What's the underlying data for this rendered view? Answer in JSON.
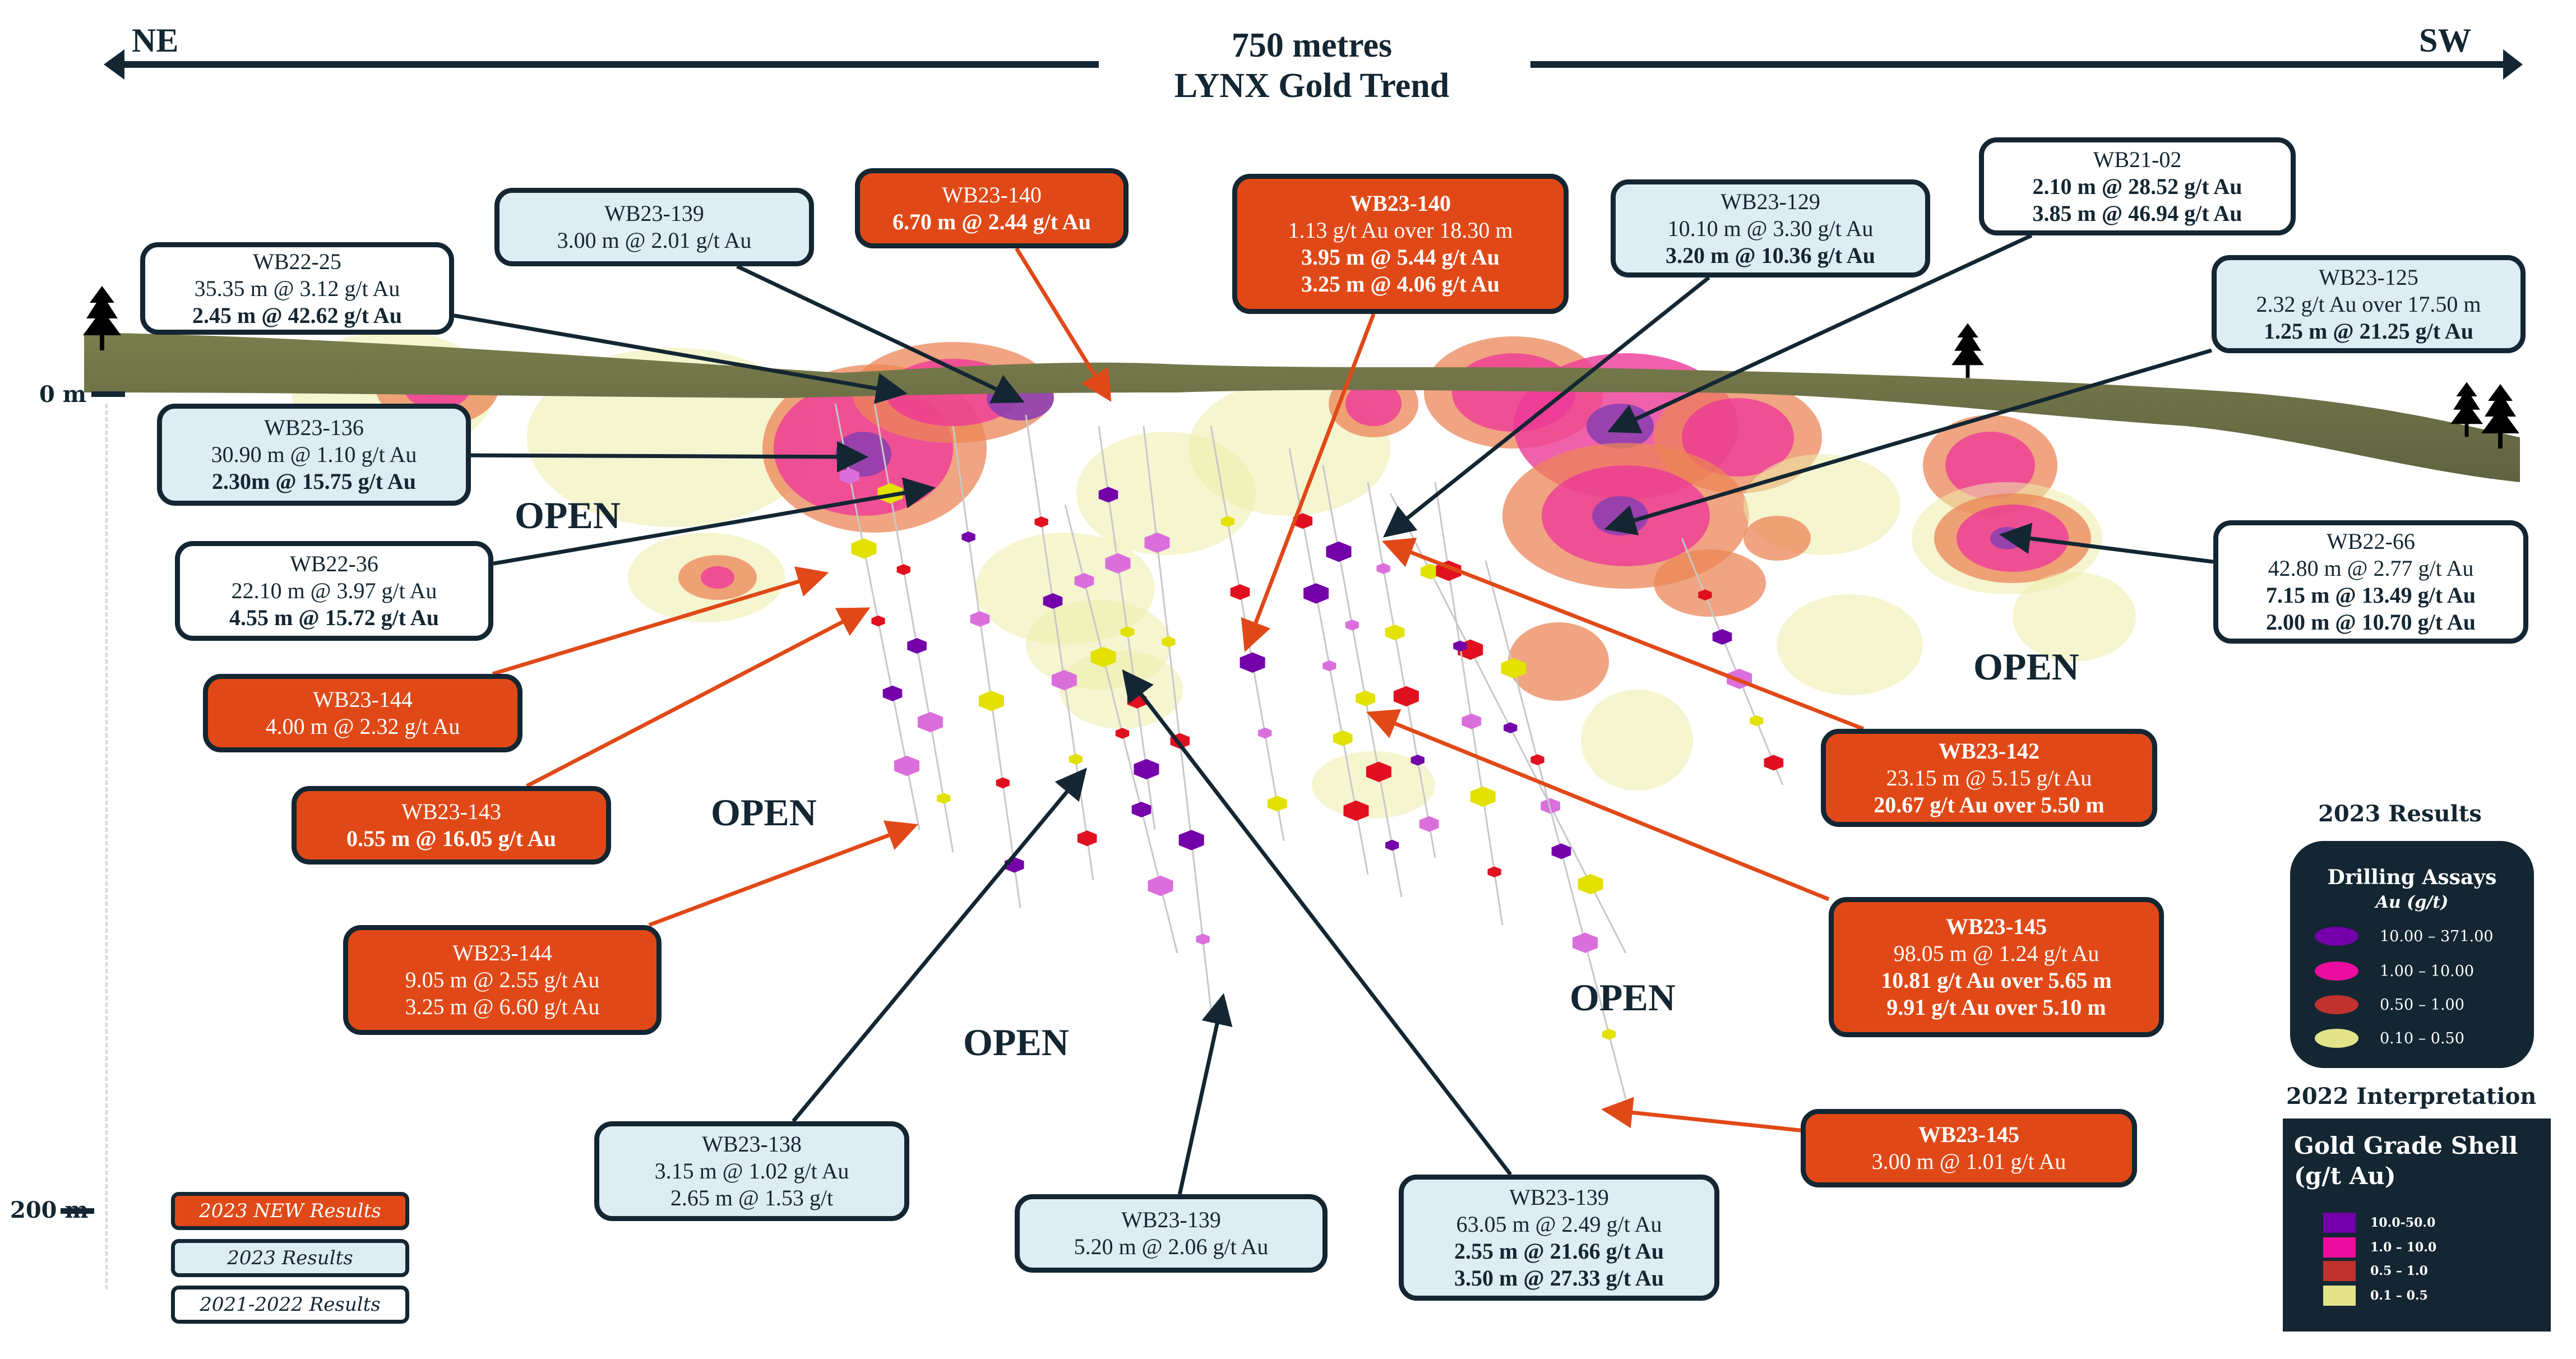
{
  "header": {
    "left_direction": "NE",
    "right_direction": "SW",
    "distance": "750 metres",
    "trend_name": "LYNX Gold Trend"
  },
  "depth_axis": {
    "top_label": "0 m",
    "bottom_label": "200 m"
  },
  "open_labels": [
    "OPEN",
    "OPEN",
    "OPEN",
    "OPEN",
    "OPEN"
  ],
  "callouts": [
    {
      "id": "WB22-25",
      "category": "2021-2022",
      "lines": [
        {
          "text": "35.35 m @ 3.12 g/t Au",
          "bold": false
        },
        {
          "text": "2.45 m @ 42.62 g/t Au",
          "bold": true
        }
      ]
    },
    {
      "id": "WB23-139",
      "category": "2023",
      "lines": [
        {
          "text": "3.00 m @ 2.01 g/t Au",
          "bold": false
        }
      ]
    },
    {
      "id": "WB23-140",
      "category": "2023-new",
      "lines": [
        {
          "text": "6.70 m @ 2.44 g/t Au",
          "bold": true
        }
      ]
    },
    {
      "id": "WB23-140",
      "category": "2023-new",
      "title_bold": true,
      "lines": [
        {
          "text": "1.13 g/t Au over 18.30 m",
          "bold": false
        },
        {
          "text": "3.95 m @ 5.44 g/t Au",
          "bold": true
        },
        {
          "text": "3.25 m @ 4.06 g/t Au",
          "bold": true
        }
      ]
    },
    {
      "id": "WB23-129",
      "category": "2023",
      "lines": [
        {
          "text": "10.10 m @ 3.30 g/t Au",
          "bold": false
        },
        {
          "text": "3.20 m @ 10.36 g/t Au",
          "bold": true
        }
      ]
    },
    {
      "id": "WB21-02",
      "category": "2021-2022",
      "lines": [
        {
          "text": "2.10 m @ 28.52 g/t Au",
          "bold": true
        },
        {
          "text": "3.85 m @ 46.94 g/t Au",
          "bold": true
        }
      ]
    },
    {
      "id": "WB23-125",
      "category": "2023",
      "lines": [
        {
          "text": "2.32 g/t Au over 17.50 m",
          "bold": false
        },
        {
          "text": "1.25 m @ 21.25 g/t Au",
          "bold": true
        }
      ]
    },
    {
      "id": "WB23-136",
      "category": "2023",
      "lines": [
        {
          "text": "30.90 m @ 1.10 g/t Au",
          "bold": false
        },
        {
          "text": "2.30m @ 15.75 g/t Au",
          "bold": true
        }
      ]
    },
    {
      "id": "WB22-36",
      "category": "2021-2022",
      "lines": [
        {
          "text": "22.10 m @ 3.97 g/t Au",
          "bold": false
        },
        {
          "text": "4.55 m @ 15.72 g/t Au",
          "bold": true
        }
      ]
    },
    {
      "id": "WB22-66",
      "category": "2021-2022",
      "lines": [
        {
          "text": "42.80 m @ 2.77 g/t Au",
          "bold": false
        },
        {
          "text": "7.15 m @ 13.49 g/t Au",
          "bold": true
        },
        {
          "text": "2.00 m @ 10.70 g/t Au",
          "bold": true
        }
      ]
    },
    {
      "id": "WB23-144",
      "category": "2023-new",
      "lines": [
        {
          "text": "4.00 m @ 2.32 g/t Au",
          "bold": false
        }
      ]
    },
    {
      "id": "WB23-143",
      "category": "2023-new",
      "lines": [
        {
          "text": "0.55 m @ 16.05 g/t Au",
          "bold": true
        }
      ]
    },
    {
      "id": "WB23-142",
      "category": "2023-new",
      "title_bold": true,
      "lines": [
        {
          "text": "23.15 m @ 5.15 g/t Au",
          "bold": false
        },
        {
          "text": "20.67 g/t Au over 5.50 m",
          "bold": true
        }
      ]
    },
    {
      "id": "WB23-144",
      "category": "2023-new",
      "lines": [
        {
          "text": "9.05 m @ 2.55 g/t Au",
          "bold": false
        },
        {
          "text": "3.25 m @ 6.60 g/t Au",
          "bold": false
        }
      ]
    },
    {
      "id": "WB23-145",
      "category": "2023-new",
      "title_bold": true,
      "lines": [
        {
          "text": "98.05 m @ 1.24 g/t Au",
          "bold": false
        },
        {
          "text": "10.81 g/t Au over 5.65 m",
          "bold": true
        },
        {
          "text": "9.91 g/t Au over 5.10 m",
          "bold": true
        }
      ]
    },
    {
      "id": "WB23-138",
      "category": "2023",
      "lines": [
        {
          "text": "3.15 m @ 1.02 g/t Au",
          "bold": false
        },
        {
          "text": "2.65 m @ 1.53 g/t",
          "bold": false
        }
      ]
    },
    {
      "id": "WB23-139",
      "category": "2023",
      "lines": [
        {
          "text": "5.20 m @ 2.06 g/t Au",
          "bold": false
        }
      ]
    },
    {
      "id": "WB23-139",
      "category": "2023",
      "lines": [
        {
          "text": "63.05 m @ 2.49 g/t Au",
          "bold": false
        },
        {
          "text": "2.55 m @ 21.66 g/t Au",
          "bold": true
        },
        {
          "text": "3.50 m @ 27.33 g/t Au",
          "bold": true
        }
      ]
    },
    {
      "id": "WB23-145",
      "category": "2023-new",
      "title_bold": true,
      "lines": [
        {
          "text": "3.00 m @ 1.01 g/t Au",
          "bold": false
        }
      ]
    }
  ],
  "key": {
    "items": [
      {
        "label": "2023 NEW Results",
        "category": "2023-new"
      },
      {
        "label": "2023 Results",
        "category": "2023"
      },
      {
        "label": "2021-2022 Results",
        "category": "2021-2022"
      }
    ]
  },
  "legend_2023": {
    "heading": "2023 Results",
    "title": "Drilling Assays",
    "unit": "Au (g/t)",
    "items": [
      {
        "range": "10.00 – 371.00",
        "color": "#7300a8"
      },
      {
        "range": "1.00 – 10.00",
        "color": "#ec0d9e"
      },
      {
        "range": "0.50 – 1.00",
        "color": "#c0322e"
      },
      {
        "range": "0.10 – 0.50",
        "color": "#e3e48a"
      }
    ]
  },
  "legend_2022": {
    "heading": "2022 Interpretation",
    "title_line1": "Gold Grade Shell",
    "title_line2": "(g/t Au)",
    "items": [
      {
        "range": "10.0-50.0",
        "color": "#7300a8"
      },
      {
        "range": "1.0 – 10.0",
        "color": "#ec0d9e"
      },
      {
        "range": "0.5 – 1.0",
        "color": "#c0322e"
      },
      {
        "range": "0.1 – 0.5",
        "color": "#e3e48a"
      }
    ]
  },
  "colors": {
    "new_results": "#e04917",
    "results_2023": "#deecf3",
    "results_old": "#ffffff",
    "navy": "#132632",
    "terrain": "#6f7347"
  }
}
